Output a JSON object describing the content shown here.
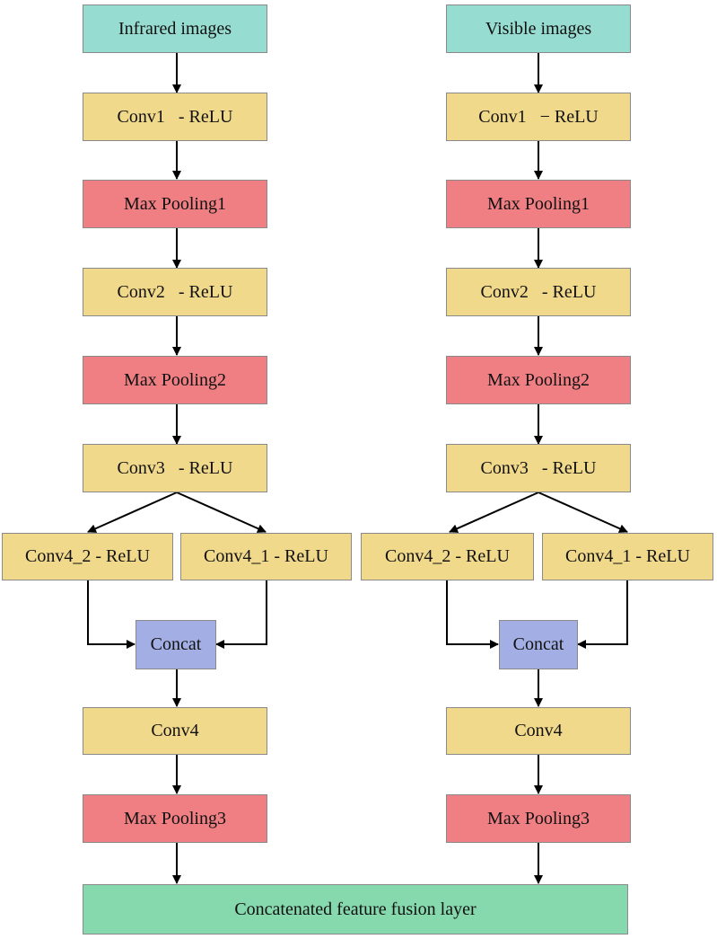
{
  "colors": {
    "input": "#97dcd0",
    "conv": "#f1d98c",
    "pool": "#ef7f83",
    "concat": "#a3afe4",
    "fusion": "#86d8ad",
    "arrow": "#000000"
  },
  "branches": [
    {
      "input": "Infrared images",
      "conv1": "Conv1   - ReLU",
      "pool1": "Max Pooling1",
      "conv2": "Conv2   - ReLU",
      "pool2": "Max Pooling2",
      "conv3": "Conv3   - ReLU",
      "conv4_2": "Conv4_2 - ReLU",
      "conv4_1": "Conv4_1 - ReLU",
      "concat": "Concat",
      "conv4": "Conv4",
      "pool3": "Max Pooling3"
    },
    {
      "input": "Visible images",
      "conv1": "Conv1   − ReLU",
      "pool1": "Max Pooling1",
      "conv2": "Conv2   - ReLU",
      "pool2": "Max Pooling2",
      "conv3": "Conv3   - ReLU",
      "conv4_2": "Conv4_2 - ReLU",
      "conv4_1": "Conv4_1 - ReLU",
      "concat": "Concat",
      "conv4": "Conv4",
      "pool3": "Max Pooling3"
    }
  ],
  "fusion_layer": "Concatenated feature fusion layer"
}
